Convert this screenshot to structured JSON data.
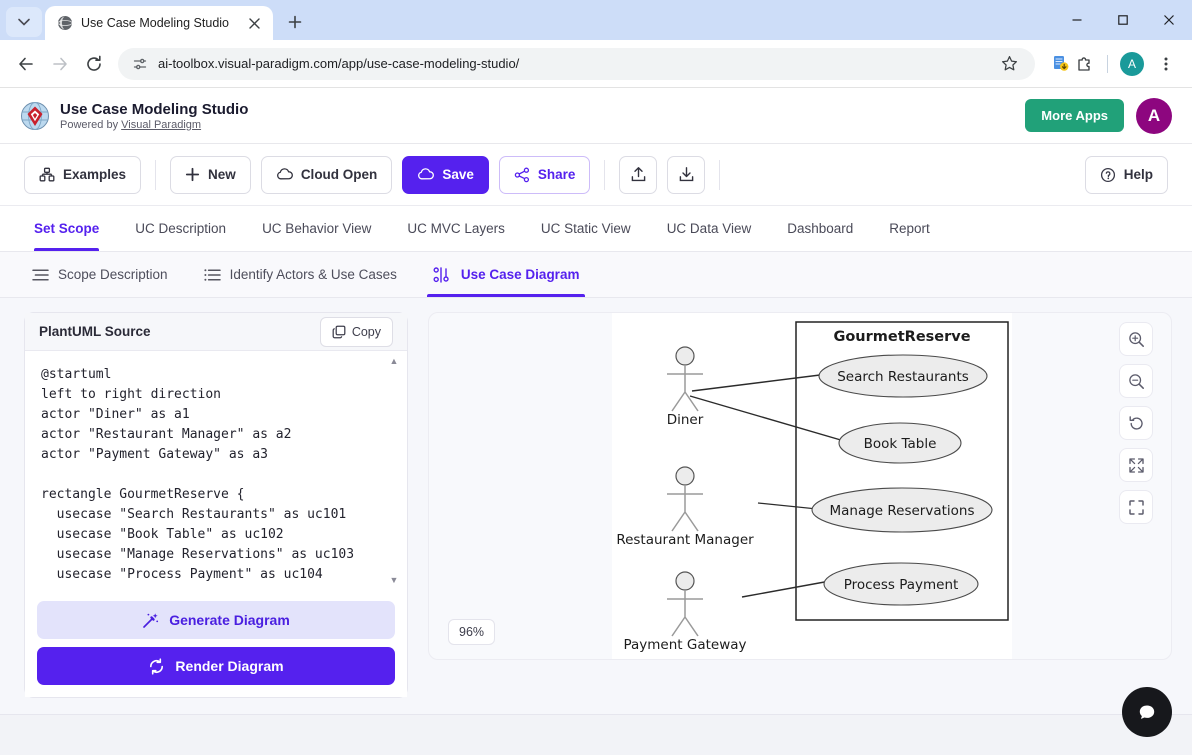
{
  "browser": {
    "tab": {
      "title": "Use Case Modeling Studio",
      "favicon_icon": "globe-icon",
      "close_icon": "close-icon"
    },
    "new_tab_icon": "plus-icon",
    "tab_list_icon": "chevron-down-icon",
    "nav": {
      "back_icon": "arrow-left-icon",
      "forward_icon": "arrow-right-icon",
      "reload_icon": "reload-icon"
    },
    "omnibox": {
      "url": "ai-toolbox.visual-paradigm.com/app/use-case-modeling-studio/",
      "site_info_icon": "page-settings-icon",
      "bookmark_icon": "star-icon"
    },
    "extensions": {
      "ext1_icon": "document-download-icon",
      "ext2_icon": "puzzle-piece-icon",
      "menu_icon": "kebab-menu-icon"
    },
    "profile": {
      "initial": "A",
      "color": "#1a9a9a"
    },
    "window": {
      "minimize_icon": "minimize-icon",
      "maximize_icon": "maximize-icon",
      "close_icon": "window-close-icon"
    }
  },
  "header": {
    "logo_icon": "visual-paradigm-logo-icon",
    "title": "Use Case Modeling Studio",
    "powered_prefix": "Powered by ",
    "powered_link": "Visual Paradigm",
    "more_apps_label": "More Apps",
    "more_apps_color": "#21a179",
    "avatar_initial": "A",
    "avatar_color": "#8d067f"
  },
  "toolbar": {
    "examples_label": "Examples",
    "examples_icon": "grid-icon",
    "new_label": "New",
    "new_icon": "plus-icon",
    "cloud_open_label": "Cloud Open",
    "cloud_open_icon": "cloud-icon",
    "save_label": "Save",
    "save_icon": "cloud-icon",
    "share_label": "Share",
    "share_icon": "share-nodes-icon",
    "upload_icon": "upload-icon",
    "download_icon": "download-icon",
    "help_label": "Help",
    "help_icon": "question-circle-icon",
    "accent_color": "#5521ee"
  },
  "main_tabs": [
    {
      "label": "Set Scope",
      "active": true
    },
    {
      "label": "UC Description",
      "active": false
    },
    {
      "label": "UC Behavior View",
      "active": false
    },
    {
      "label": "UC MVC Layers",
      "active": false
    },
    {
      "label": "UC Static View",
      "active": false
    },
    {
      "label": "UC Data View",
      "active": false
    },
    {
      "label": "Dashboard",
      "active": false
    },
    {
      "label": "Report",
      "active": false
    }
  ],
  "sub_tabs": [
    {
      "label": "Scope Description",
      "icon": "lines-icon",
      "active": false
    },
    {
      "label": "Identify Actors & Use Cases",
      "icon": "list-icon",
      "active": false
    },
    {
      "label": "Use Case Diagram",
      "icon": "use-case-diagram-icon",
      "active": true
    }
  ],
  "source_panel": {
    "title": "PlantUML Source",
    "copy_label": "Copy",
    "copy_icon": "copy-icon",
    "code": "@startuml\nleft to right direction\nactor \"Diner\" as a1\nactor \"Restaurant Manager\" as a2\nactor \"Payment Gateway\" as a3\n\nrectangle GourmetReserve {\n  usecase \"Search Restaurants\" as uc101\n  usecase \"Book Table\" as uc102\n  usecase \"Manage Reservations\" as uc103\n  usecase \"Process Payment\" as uc104",
    "generate_label": "Generate Diagram",
    "generate_icon": "magic-wand-icon",
    "render_label": "Render Diagram",
    "render_icon": "refresh-icon"
  },
  "diagram": {
    "zoom_level": "96%",
    "system_boundary": "GourmetReserve",
    "actors": [
      {
        "name": "Diner"
      },
      {
        "name": "Restaurant Manager"
      },
      {
        "name": "Payment Gateway"
      }
    ],
    "use_cases": [
      {
        "name": "Search Restaurants"
      },
      {
        "name": "Book Table"
      },
      {
        "name": "Manage Reservations"
      },
      {
        "name": "Process Payment"
      }
    ],
    "associations": [
      {
        "from": "Diner",
        "to": "Search Restaurants"
      },
      {
        "from": "Diner",
        "to": "Book Table"
      },
      {
        "from": "Restaurant Manager",
        "to": "Manage Reservations"
      },
      {
        "from": "Payment Gateway",
        "to": "Process Payment"
      }
    ],
    "tools": [
      {
        "icon": "zoom-in-icon",
        "name": "zoom-in-button"
      },
      {
        "icon": "zoom-out-icon",
        "name": "zoom-out-button"
      },
      {
        "icon": "reset-icon",
        "name": "reset-view-button"
      },
      {
        "icon": "expand-icon",
        "name": "fit-screen-button"
      },
      {
        "icon": "fullscreen-icon",
        "name": "fullscreen-button"
      }
    ]
  },
  "chat": {
    "icon": "chat-bubble-icon"
  }
}
